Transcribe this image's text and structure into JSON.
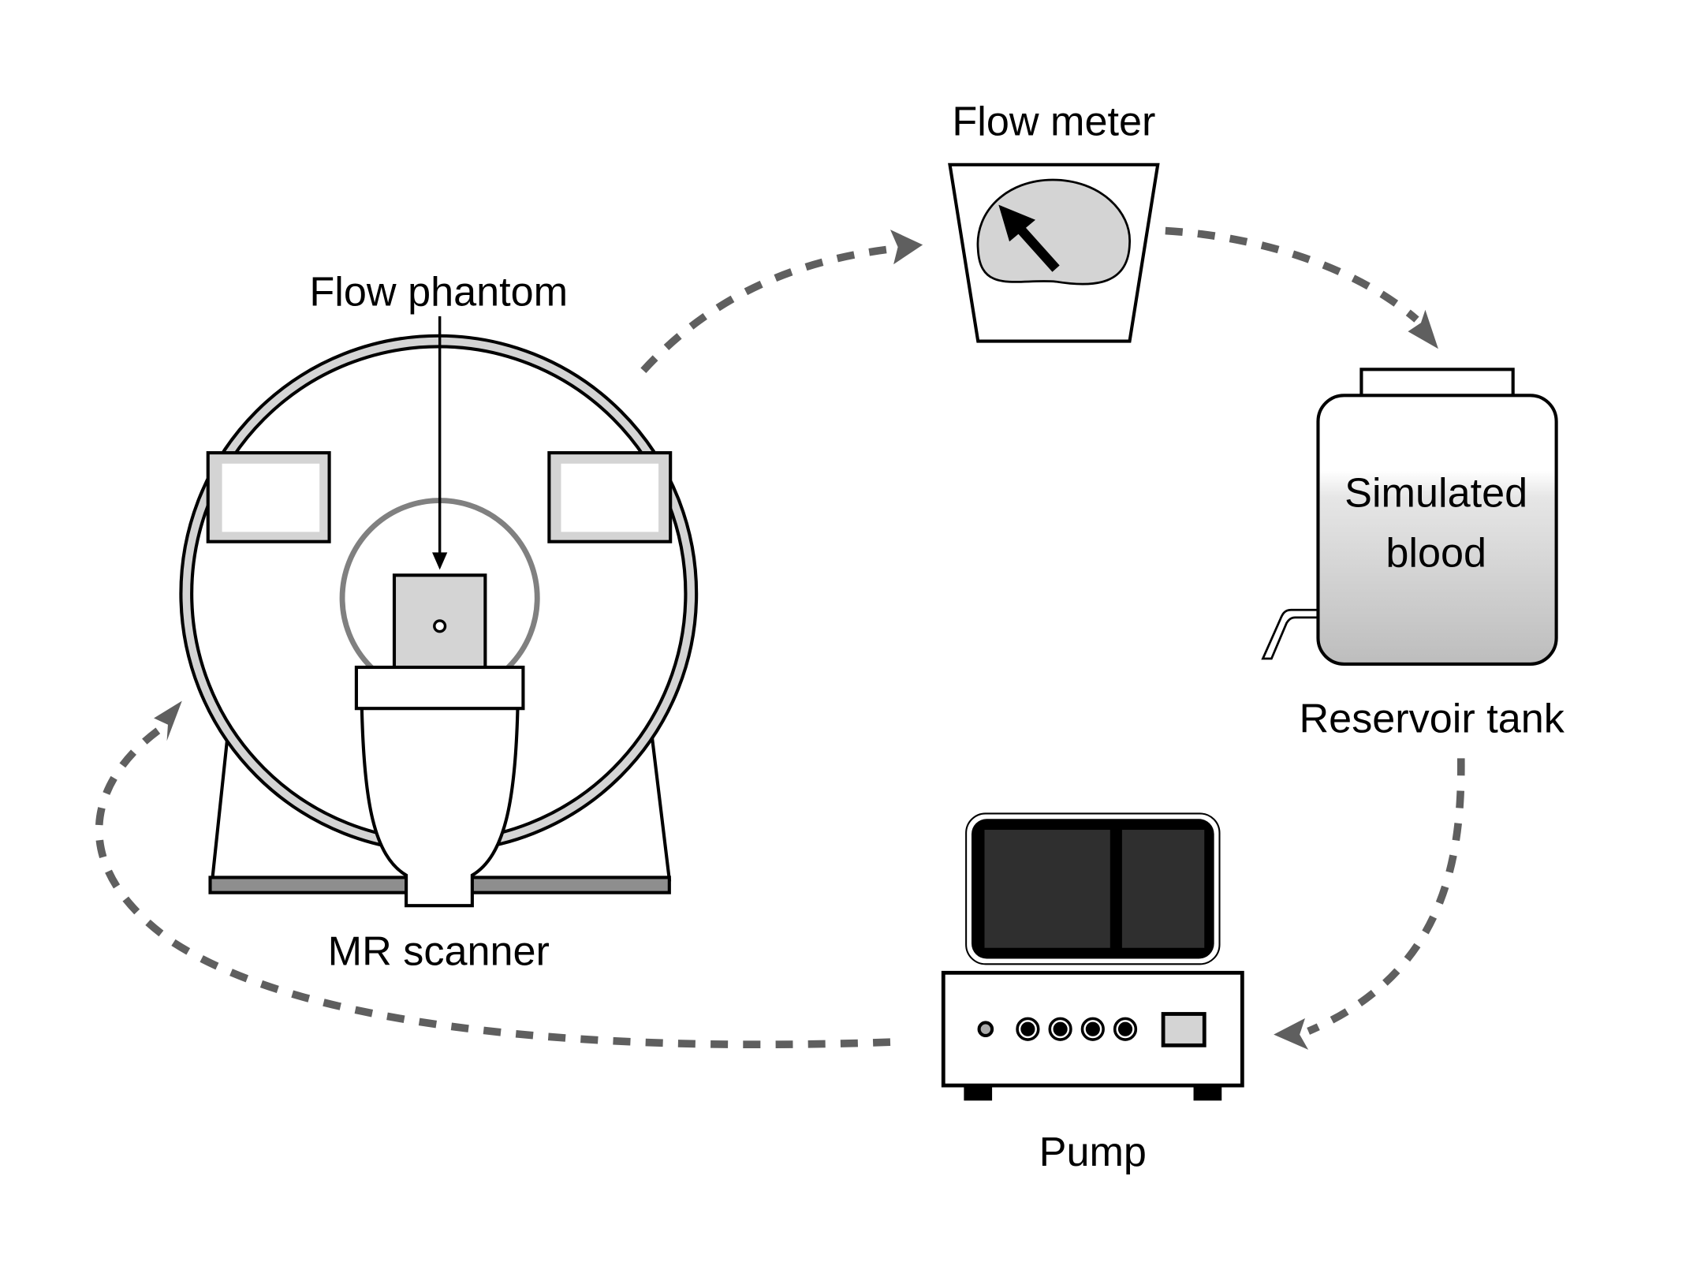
{
  "diagram": {
    "type": "flow-loop",
    "labels": {
      "flow_phantom": "Flow phantom",
      "flow_meter": "Flow meter",
      "simulated_blood_line1": "Simulated",
      "simulated_blood_line2": "blood",
      "reservoir_tank": "Reservoir tank",
      "pump": "Pump",
      "mr_scanner": "MR scanner"
    },
    "flow_order": [
      "MR scanner",
      "Flow meter",
      "Reservoir tank",
      "Pump",
      "MR scanner"
    ],
    "colors": {
      "stroke": "#000000",
      "flow_arrow": "#5f5f5f",
      "light_fill": "#d4d4d4",
      "base_fill": "#8e8e8e",
      "pump_screen": "#2f2f2f"
    }
  }
}
